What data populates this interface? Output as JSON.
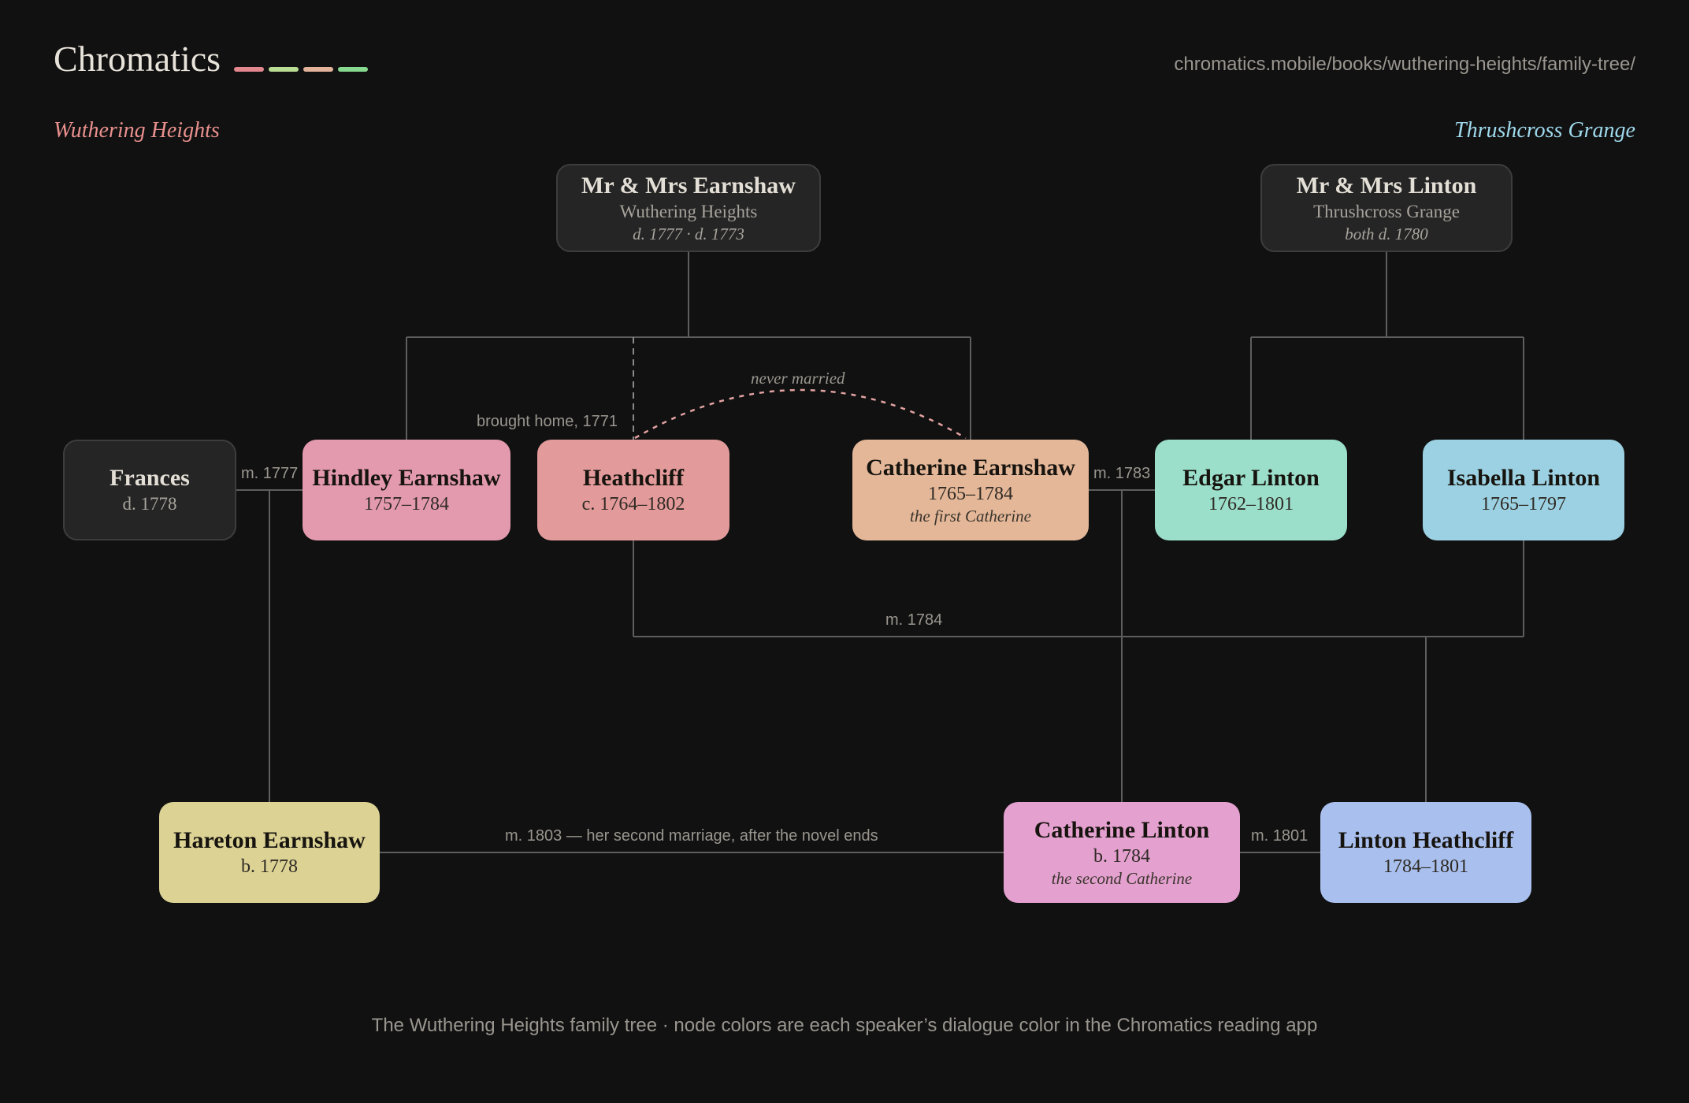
{
  "header": {
    "brand": "Chromatics",
    "url": "chromatics.mobile/books/wuthering-heights/family-tree/",
    "swatches": [
      "#e3878f",
      "#b8dd93",
      "#e3b29a",
      "#86d98f"
    ]
  },
  "houses": {
    "left": "Wuthering Heights",
    "right": "Thrushcross Grange",
    "left_color": "#e8908e",
    "right_color": "#9fd9ec"
  },
  "nodes": {
    "earnshaws": {
      "name": "Mr & Mrs Earnshaw",
      "place": "Wuthering Heights",
      "dates": "d. 1777 · d. 1773"
    },
    "lintons": {
      "name": "Mr & Mrs Linton",
      "place": "Thrushcross Grange",
      "dates": "both d. 1780"
    },
    "frances": {
      "name": "Frances",
      "dates": "d. 1778"
    },
    "hindley": {
      "name": "Hindley Earnshaw",
      "dates": "1757–1784",
      "color": "#e49aae"
    },
    "heathcliff": {
      "name": "Heathcliff",
      "dates": "c. 1764–1802",
      "color": "#e39a9a"
    },
    "catherine_e": {
      "name": "Catherine Earnshaw",
      "dates": "1765–1784",
      "note": "the first Catherine",
      "color": "#e4b798"
    },
    "edgar": {
      "name": "Edgar Linton",
      "dates": "1762–1801",
      "color": "#9bdfcb"
    },
    "isabella": {
      "name": "Isabella Linton",
      "dates": "1765–1797",
      "color": "#9bd1e2"
    },
    "hareton": {
      "name": "Hareton Earnshaw",
      "dates": "b. 1778",
      "color": "#dbd294"
    },
    "catherine_l": {
      "name": "Catherine Linton",
      "dates": "b. 1784",
      "note": "the second Catherine",
      "color": "#e4a0cf"
    },
    "linton_h": {
      "name": "Linton Heathcliff",
      "dates": "1784–1801",
      "color": "#a9c0ee"
    }
  },
  "labels": {
    "m1777": "m. 1777",
    "brought_home": "brought home, 1771",
    "never_married": "never married",
    "m1783": "m. 1783",
    "m1784": "m. 1784",
    "m1803": "m. 1803 — her second marriage, after the novel ends",
    "m1801": "m. 1801"
  },
  "colors": {
    "line": "#5e5e5e",
    "dashed_line": "#8a8a8a",
    "never_married_arc": "#e3a2a2"
  },
  "footer": "The Wuthering Heights family tree · node colors are each speaker’s dialogue color in the Chromatics reading app"
}
